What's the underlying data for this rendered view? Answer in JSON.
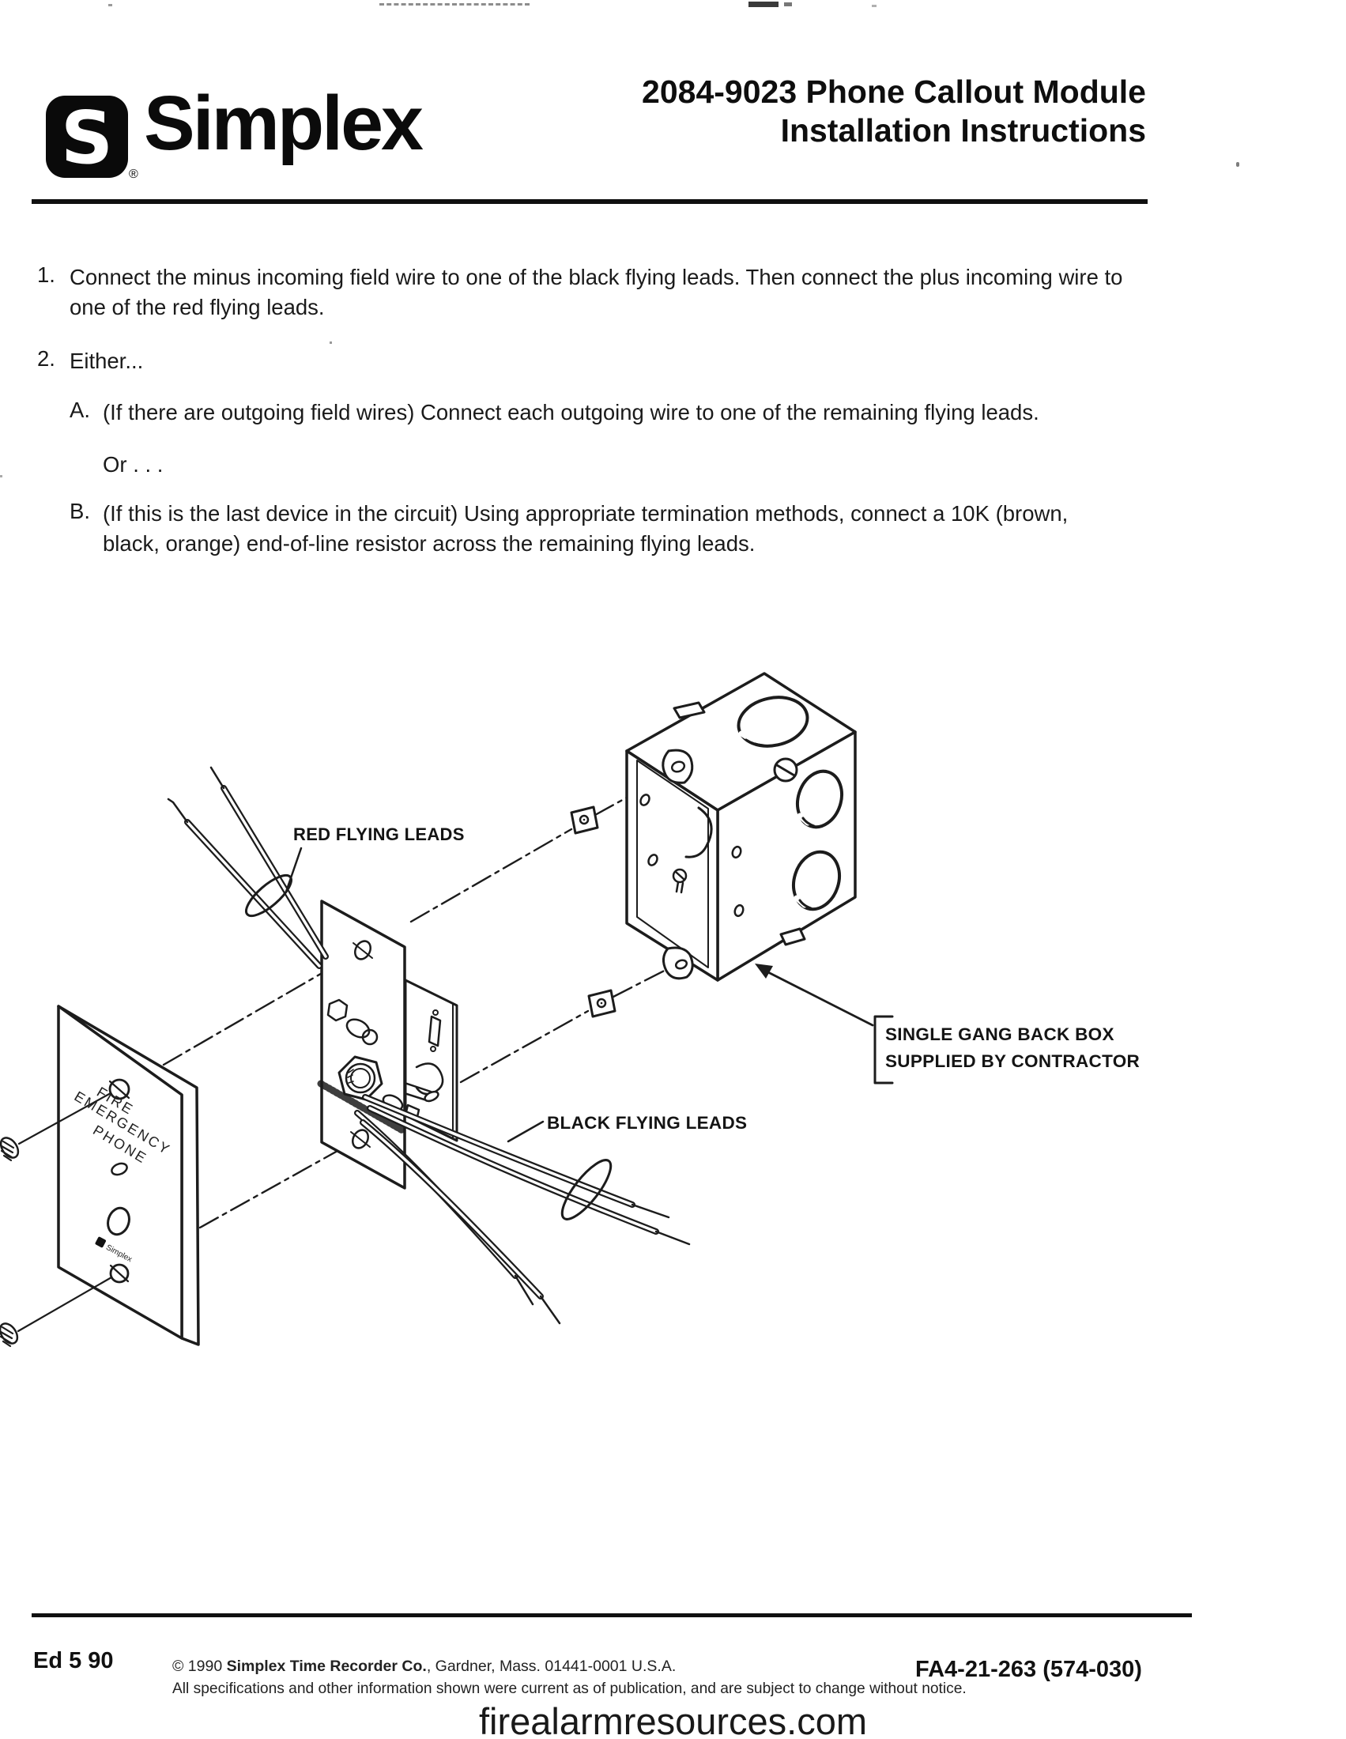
{
  "header": {
    "brand": "Simplex",
    "registered": "®",
    "title_line1": "2084-9023 Phone Callout Module",
    "title_line2": "Installation Instructions"
  },
  "instructions": {
    "item1_number": "1.",
    "item1_text": "Connect the minus incoming field wire to one of the black flying leads. Then connect the plus incoming wire to one of the red flying leads.",
    "item2_number": "2.",
    "item2_text": "Either...",
    "itemA_letter": "A.",
    "itemA_text": "(If there are outgoing field wires) Connect each outgoing wire to one of the remaining flying leads.",
    "or_text": "Or . . .",
    "itemB_letter": "B.",
    "itemB_text": "(If this is the last device in the circuit) Using appropriate termination methods, connect a 10K (brown, black, orange) end-of-line resistor across the remaining flying leads."
  },
  "diagram": {
    "labels": {
      "red_leads": "RED FLYING LEADS",
      "black_leads": "BLACK FLYING LEADS",
      "back_box_line1": "SINGLE GANG BACK BOX",
      "back_box_line2": "SUPPLIED BY CONTRACTOR",
      "faceplate_line1": "FIRE",
      "faceplate_line2": "EMERGENCY",
      "faceplate_line3": "PHONE",
      "faceplate_brand": "Simplex"
    }
  },
  "footer": {
    "edition": "Ed 5 90",
    "copyright_prefix": "© 1990 ",
    "copyright_company": "Simplex Time Recorder Co.",
    "copyright_rest": ", Gardner, Mass.  01441-0001 U.S.A.",
    "notice": "All specifications and other information shown were current as of publication, and are subject to change without notice.",
    "part_number": "FA4-21-263 (574-030)",
    "watermark": "firealarmresources.com"
  }
}
